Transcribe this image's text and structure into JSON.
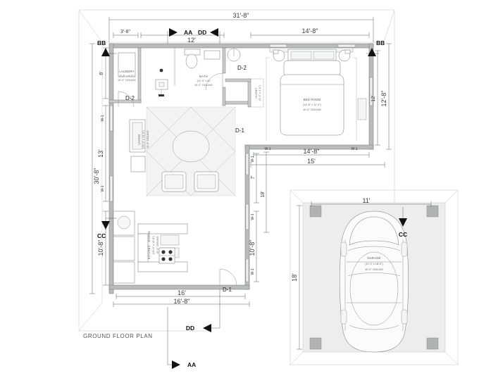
{
  "drawing": {
    "title": "GROUND FLOOR PLAN",
    "type": "architectural-floor-plan",
    "accent": "#b9bcbd",
    "line_color": "#5d6061"
  },
  "rooms": [
    {
      "id": "laundry",
      "name": "LAUNDRY",
      "size": "(3'-8\" x 8'-0\")",
      "ceiling": "10'-0\" CEILING"
    },
    {
      "id": "bath",
      "name": "BATH",
      "size": "(12'-0\" x 6')",
      "ceiling": "10'-0\" CEILING"
    },
    {
      "id": "bedroom",
      "name": "BED ROOM",
      "size": "(14'-8\" x 12'-0\")",
      "ceiling": "10'-0\" CEILING"
    },
    {
      "id": "living",
      "name": "LIVING",
      "size": "(15'-0\" x 13'-0\")",
      "ceiling": "10'-0\" CEILING"
    },
    {
      "id": "kitchen",
      "name": "KITCHEN - DINING",
      "size": "(16'-0\" x 10'-8\")",
      "ceiling": "10'-0\" CEILING"
    },
    {
      "id": "closet",
      "name": "CLOSET",
      "size": "(3'-4\" x 4'-0\")",
      "ceiling": ""
    },
    {
      "id": "garage",
      "name": "GARAGE",
      "size": "(11'-0\" x 18'-0\")",
      "ceiling": "10'-0\" CEILING"
    }
  ],
  "dimensions": {
    "top_overall": "31'-8\"",
    "top_left": "3'-8\"",
    "top_mid": "12'",
    "top_right": "14'-8\"",
    "left_overall": "30'-8\"",
    "left_a": "6'",
    "left_b": "13'",
    "left_c": "10'-8\"",
    "right_a": "12'",
    "right_overall": "12'-8\"",
    "mid_right_a": "14'-8\"",
    "mid_right_b": "15'",
    "inner_v_a": "7'",
    "inner_v_b": "18'",
    "inner_v_c": "10'-8\"",
    "bottom_a": "16'",
    "bottom_b": "16'-8\"",
    "garage_w": "11'",
    "garage_h": "18'"
  },
  "section_markers": [
    {
      "label": "AA",
      "position": "top"
    },
    {
      "label": "DD",
      "position": "top"
    },
    {
      "label": "BB",
      "position": "left"
    },
    {
      "label": "BB",
      "position": "right"
    },
    {
      "label": "CC",
      "position": "left"
    },
    {
      "label": "CC",
      "position": "right"
    },
    {
      "label": "DD",
      "position": "bottom"
    },
    {
      "label": "AA",
      "position": "bottom"
    }
  ],
  "door_tags": [
    {
      "label": "D-2",
      "id": "d2-bath"
    },
    {
      "label": "D-2",
      "id": "d2-laundry"
    },
    {
      "label": "D-1",
      "id": "d1-bedroom"
    },
    {
      "label": "D-1",
      "id": "d1-entry"
    }
  ],
  "window_tags": [
    {
      "label": "W-1",
      "id": "w1-left-upper"
    },
    {
      "label": "W-1",
      "id": "w1-left-lower"
    },
    {
      "label": "W-1",
      "id": "w1-mid-a"
    },
    {
      "label": "W-1",
      "id": "w1-mid-b"
    },
    {
      "label": "W-1",
      "id": "w1-right-a"
    },
    {
      "label": "W-1",
      "id": "w1-right-b"
    },
    {
      "label": "W-1",
      "id": "w1-inner-a"
    },
    {
      "label": "W-1",
      "id": "w1-inner-b"
    },
    {
      "label": "W-1",
      "id": "w1-inner-c"
    }
  ]
}
